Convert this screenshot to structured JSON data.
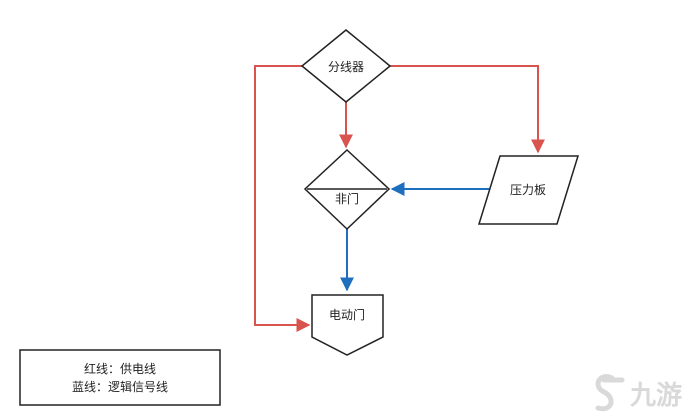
{
  "nodes": {
    "splitter": {
      "label": "分线器"
    },
    "not_gate": {
      "label": "非门"
    },
    "pressure_plate": {
      "label": "压力板"
    },
    "electric_door": {
      "label": "电动门"
    }
  },
  "legend": {
    "red_line": "红线：供电线",
    "blue_line": "蓝线：逻辑信号线"
  },
  "watermark": {
    "text": "九游"
  },
  "colors": {
    "power_line": "#d9534f",
    "logic_line": "#1f6fbf",
    "stroke": "#222222"
  }
}
